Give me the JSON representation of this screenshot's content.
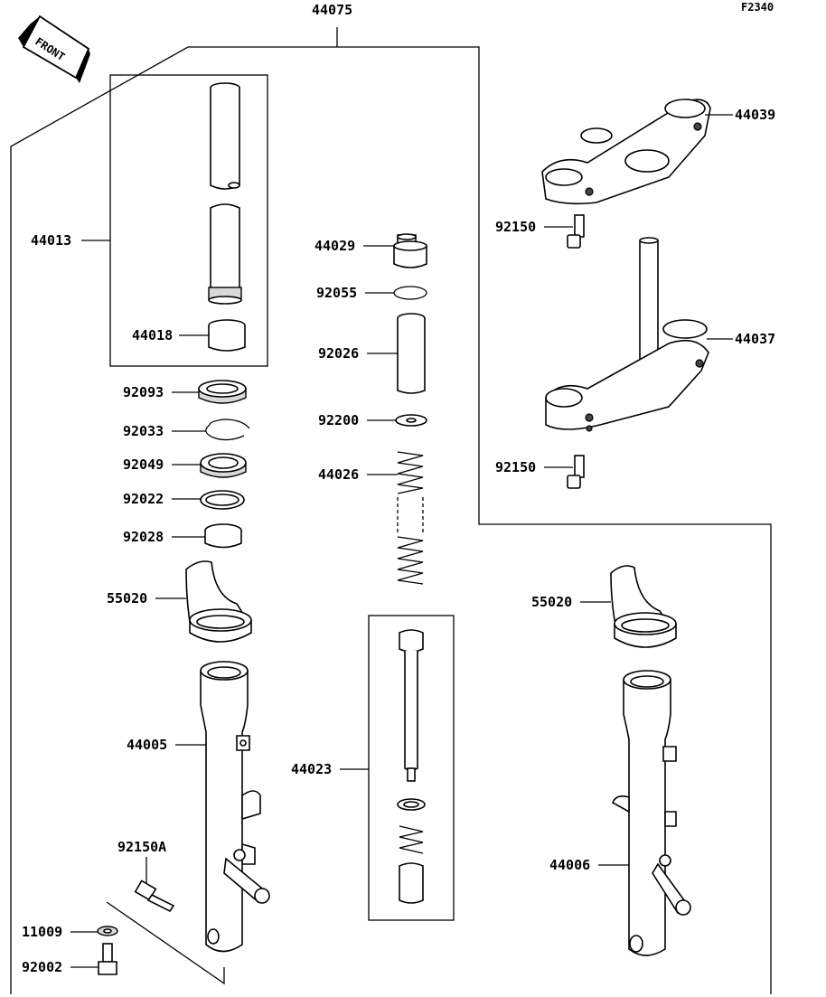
{
  "figure_id": "F2340",
  "front_label": "FRONT",
  "parts": [
    {
      "id": "44075",
      "key": "fork-assembly"
    },
    {
      "id": "44013",
      "key": "inner-tube"
    },
    {
      "id": "44018",
      "key": "bushing-upper"
    },
    {
      "id": "92093",
      "key": "dust-seal"
    },
    {
      "id": "92033",
      "key": "circlip"
    },
    {
      "id": "92049",
      "key": "oil-seal"
    },
    {
      "id": "92022",
      "key": "washer"
    },
    {
      "id": "92028",
      "key": "bushing-lower"
    },
    {
      "id": "55020",
      "key": "fork-guard-left"
    },
    {
      "id": "44005",
      "key": "outer-tube-left"
    },
    {
      "id": "92150A",
      "key": "bolt-a"
    },
    {
      "id": "11009",
      "key": "gasket"
    },
    {
      "id": "92002",
      "key": "drain-bolt"
    },
    {
      "id": "44029",
      "key": "top-plug"
    },
    {
      "id": "92055",
      "key": "o-ring"
    },
    {
      "id": "92026",
      "key": "spacer"
    },
    {
      "id": "92200",
      "key": "spring-washer"
    },
    {
      "id": "44026",
      "key": "fork-spring"
    },
    {
      "id": "44023",
      "key": "damper-rod"
    },
    {
      "id": "44039",
      "key": "upper-bracket"
    },
    {
      "id": "92150",
      "key": "bolt-upper"
    },
    {
      "id": "44037",
      "key": "steering-stem"
    },
    {
      "id": "92150",
      "key": "bolt-lower"
    },
    {
      "id": "55020",
      "key": "fork-guard-right"
    },
    {
      "id": "44006",
      "key": "outer-tube-right"
    }
  ]
}
